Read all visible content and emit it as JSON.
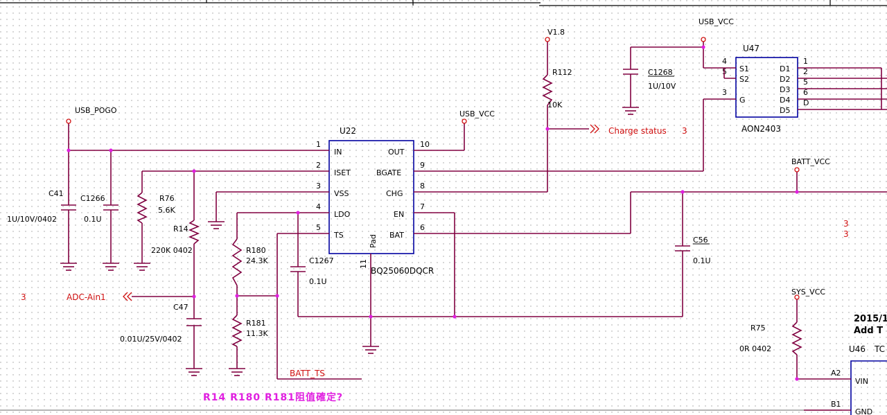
{
  "chip_u22": {
    "ref": "U22",
    "part": "BQ25060DQCR",
    "pad_label": "Pad",
    "pad_pin": "11",
    "left_pins": [
      {
        "num": "1",
        "name": "IN"
      },
      {
        "num": "2",
        "name": "ISET"
      },
      {
        "num": "3",
        "name": "VSS"
      },
      {
        "num": "4",
        "name": "LDO"
      },
      {
        "num": "5",
        "name": "TS"
      }
    ],
    "right_pins": [
      {
        "num": "10",
        "name": "OUT"
      },
      {
        "num": "9",
        "name": "BGATE"
      },
      {
        "num": "8",
        "name": "CHG"
      },
      {
        "num": "7",
        "name": "EN"
      },
      {
        "num": "6",
        "name": "BAT"
      }
    ]
  },
  "chip_u47": {
    "ref": "U47",
    "part": "AON2403",
    "left_pins": [
      {
        "num": "4",
        "name": "S1"
      },
      {
        "num": "5",
        "name": "S2"
      },
      {
        "num": "3",
        "name": "G"
      }
    ],
    "right_pins": [
      {
        "num": "1",
        "name": "D1"
      },
      {
        "num": "2",
        "name": "D2"
      },
      {
        "num": "5",
        "name": "D3"
      },
      {
        "num": "6",
        "name": "D4"
      },
      {
        "num": "D",
        "name": "D5"
      }
    ]
  },
  "chip_u46": {
    "ref": "U46",
    "partial_name": "TC",
    "pins": [
      {
        "num": "A2",
        "name": "VIN"
      },
      {
        "num": "B1",
        "name": "GND"
      }
    ]
  },
  "components": {
    "c41": {
      "ref": "C41",
      "value": "1U/10V/0402"
    },
    "c1266": {
      "ref": "C1266",
      "value": "0.1U"
    },
    "r76": {
      "ref": "R76",
      "value": "5.6K"
    },
    "r14": {
      "ref": "R14",
      "value": "220K 0402"
    },
    "c47": {
      "ref": "C47",
      "value": "0.01U/25V/0402"
    },
    "r180": {
      "ref": "R180",
      "value": "24.3K"
    },
    "r181": {
      "ref": "R181",
      "value": "11.3K"
    },
    "c1267": {
      "ref": "C1267",
      "value": "0.1U"
    },
    "c1268": {
      "ref": "C1268",
      "value": "1U/10V"
    },
    "r112": {
      "ref": "R112",
      "value": "10K"
    },
    "c56": {
      "ref": "C56",
      "value": "0.1U"
    },
    "r75": {
      "ref": "R75",
      "value": "0R 0402"
    }
  },
  "nets": {
    "usb_pogo": "USB_POGO",
    "usb_vcc_1": "USB_VCC",
    "usb_vcc_2": "USB_VCC",
    "v18": "V1.8",
    "batt_vcc": "BATT_VCC",
    "sys_vcc": "SYS_VCC",
    "batt_ts": "BATT_TS",
    "charge_status": "Charge status",
    "charge_status_page": "3",
    "adc_ain1": "ADC-Ain1",
    "adc_page": "3",
    "right_page_a": "3",
    "right_page_b": "3"
  },
  "notes": {
    "resistor_note": "R14 R180 R181阻值確定?",
    "date_fragment": "2015/1",
    "add_fragment": "Add T"
  }
}
